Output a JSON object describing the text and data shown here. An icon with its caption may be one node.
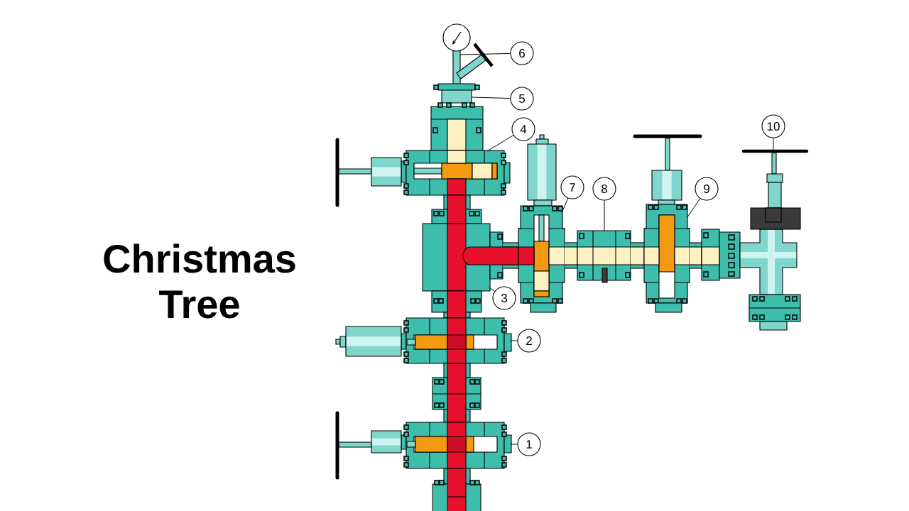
{
  "diagram": {
    "title": "Christmas Tree",
    "nodes": [
      {
        "text": [
          "1"
        ]
      },
      {
        "text": [
          "2"
        ]
      },
      {
        "text": [
          "3"
        ]
      },
      {
        "text": [
          "4"
        ]
      },
      {
        "text": [
          "5"
        ]
      },
      {
        "text": [
          "6"
        ]
      },
      {
        "text": [
          "7"
        ]
      },
      {
        "text": [
          "8"
        ]
      },
      {
        "text": [
          "9"
        ]
      },
      {
        "text": [
          "10"
        ]
      },
      {
        "text": [],
        "shape": "picture"
      },
      {
        "text": [],
        "shape": "picture"
      },
      {
        "text": [],
        "shape": "picture"
      },
      {
        "text": [],
        "shape": "picture"
      },
      {
        "text": [],
        "shape": "picture"
      },
      {
        "text": [],
        "shape": "picture"
      },
      {
        "text": [],
        "shape": "picture"
      },
      {
        "text": [],
        "shape": "picture"
      },
      {
        "text": [],
        "shape": "picture"
      },
      {
        "text": [],
        "shape": "picture"
      },
      {
        "text": [],
        "shape": "picture"
      },
      {
        "text": [],
        "shape": "picture"
      },
      {
        "text": [],
        "shape": "picture"
      },
      {
        "text": [],
        "shape": "picture"
      },
      {
        "text": [],
        "shape": "picture"
      },
      {
        "text": [],
        "shape": "picture"
      },
      {
        "text": [],
        "shape": "picture"
      }
    ],
    "edges": [
      {
        "from": 0,
        "to": 10,
        "arrow": "none"
      },
      {
        "from": 1,
        "to": 11,
        "arrow": "none"
      },
      {
        "from": 2,
        "to": 12,
        "arrow": "none"
      },
      {
        "from": 3,
        "to": 13,
        "arrow": "none"
      },
      {
        "from": 4,
        "to": 14,
        "arrow": "none"
      },
      {
        "from": 5,
        "to": 15,
        "arrow": "none"
      },
      {
        "from": 6,
        "to": 16,
        "arrow": "none"
      },
      {
        "from": 7,
        "to": 17,
        "arrow": "none"
      },
      {
        "from": 8,
        "to": 18,
        "arrow": "none"
      },
      {
        "from": 9,
        "to": 19,
        "arrow": "none"
      }
    ]
  }
}
